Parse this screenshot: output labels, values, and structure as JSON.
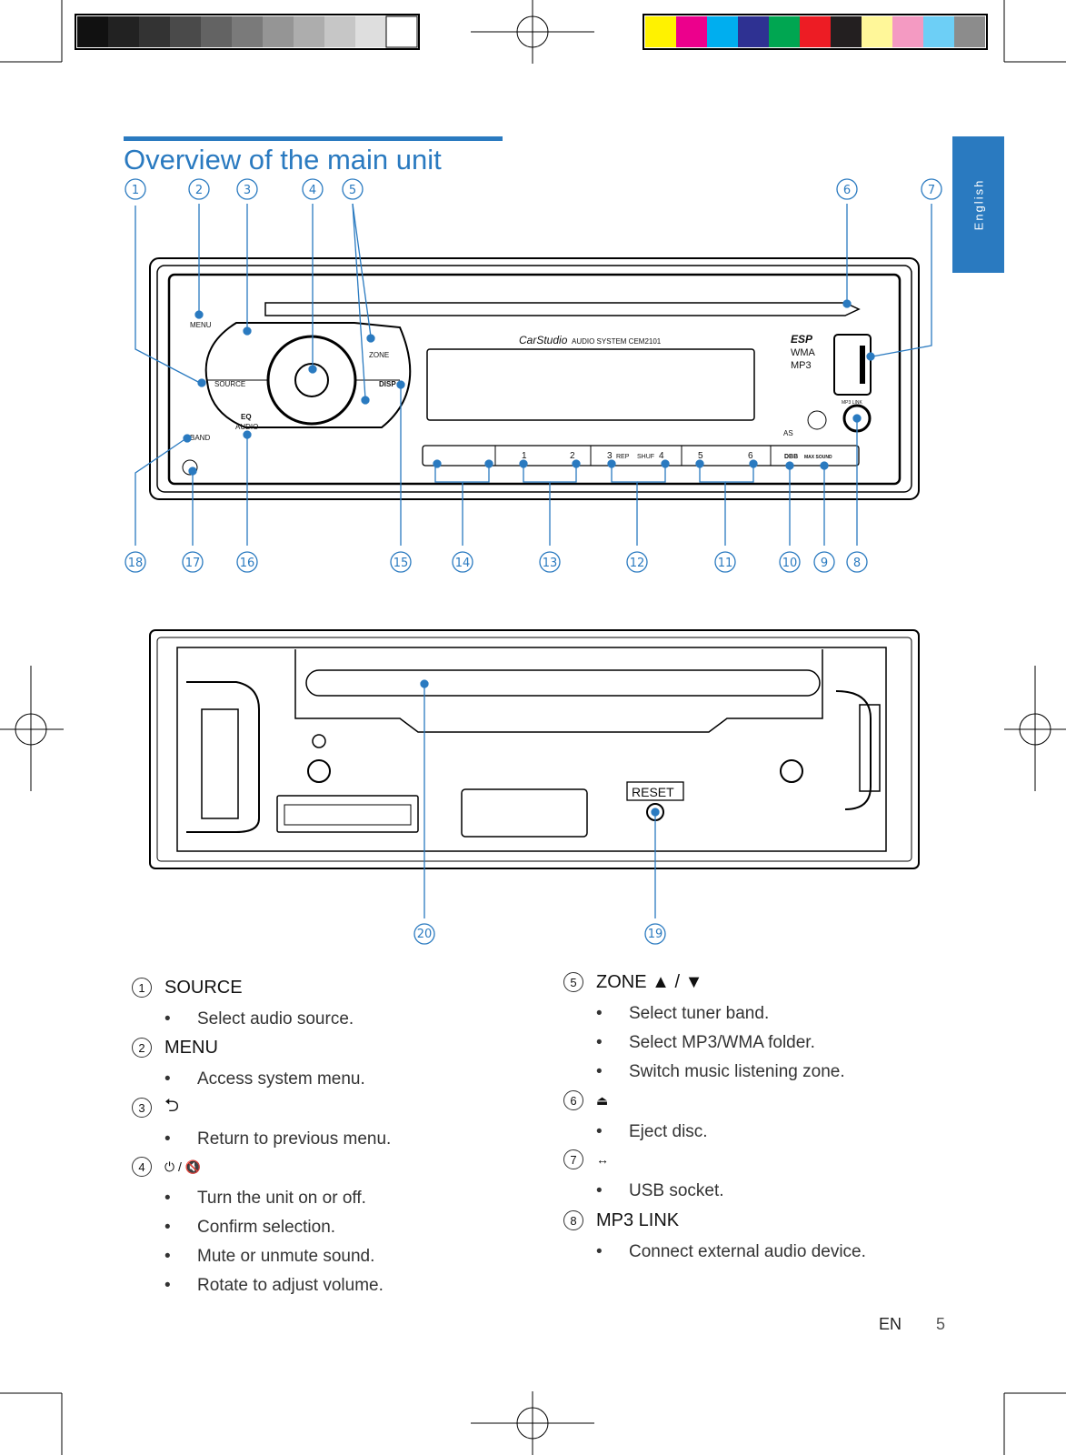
{
  "page": {
    "title": "Overview of the main unit",
    "language_tab": "English"
  },
  "callouts_top": [
    "1",
    "2",
    "3",
    "4",
    "5",
    "6",
    "7"
  ],
  "callouts_bottom": [
    "18",
    "17",
    "16",
    "15",
    "14",
    "13",
    "12",
    "11",
    "10",
    "9",
    "8"
  ],
  "callouts_rear": [
    "20",
    "19"
  ],
  "unit_labels": {
    "menu": "MENU",
    "source": "SOURCE",
    "zone": "ZONE",
    "disp": "DISP",
    "eq": "EQ",
    "audio": "AUDIO",
    "band": "BAND",
    "brand": "CarStudio",
    "model": "AUDIO SYSTEM CEM2101",
    "esp": "ESP",
    "wma": "WMA",
    "mp3": "MP3",
    "mp3_link": "MP3 LINK",
    "as": "AS",
    "dbb": "DBB",
    "maxsound": "MAX SOUND",
    "preset1": "1",
    "preset2": "2",
    "preset3": "3",
    "rep": "REP",
    "shuf": "SHUF",
    "preset4": "4",
    "preset5": "5",
    "preset6": "6",
    "reset": "RESET"
  },
  "colors": {
    "accent": "#2a7ac0"
  },
  "sections_left": [
    {
      "num": "1",
      "title": "SOURCE",
      "items": [
        "Select audio source."
      ]
    },
    {
      "num": "2",
      "title": "MENU",
      "items": [
        "Access system menu."
      ]
    },
    {
      "num": "3",
      "title": "⮌",
      "items": [
        "Return to previous menu."
      ]
    },
    {
      "num": "4",
      "title": "⏻ / 🔇",
      "items": [
        "Turn the unit on or off.",
        "Confirm selection.",
        "Mute or unmute sound.",
        "Rotate to adjust volume."
      ]
    }
  ],
  "sections_right": [
    {
      "num": "5",
      "title": "ZONE ▲ / ▼",
      "items": [
        "Select tuner band.",
        "Select MP3/WMA folder.",
        "Switch music listening zone."
      ]
    },
    {
      "num": "6",
      "title": "⏏",
      "items": [
        "Eject disc."
      ]
    },
    {
      "num": "7",
      "title": "↔",
      "items": [
        "USB socket."
      ]
    },
    {
      "num": "8",
      "title": "MP3 LINK",
      "items": [
        "Connect external audio device."
      ]
    }
  ],
  "footer": {
    "lang": "EN",
    "page": "5"
  }
}
